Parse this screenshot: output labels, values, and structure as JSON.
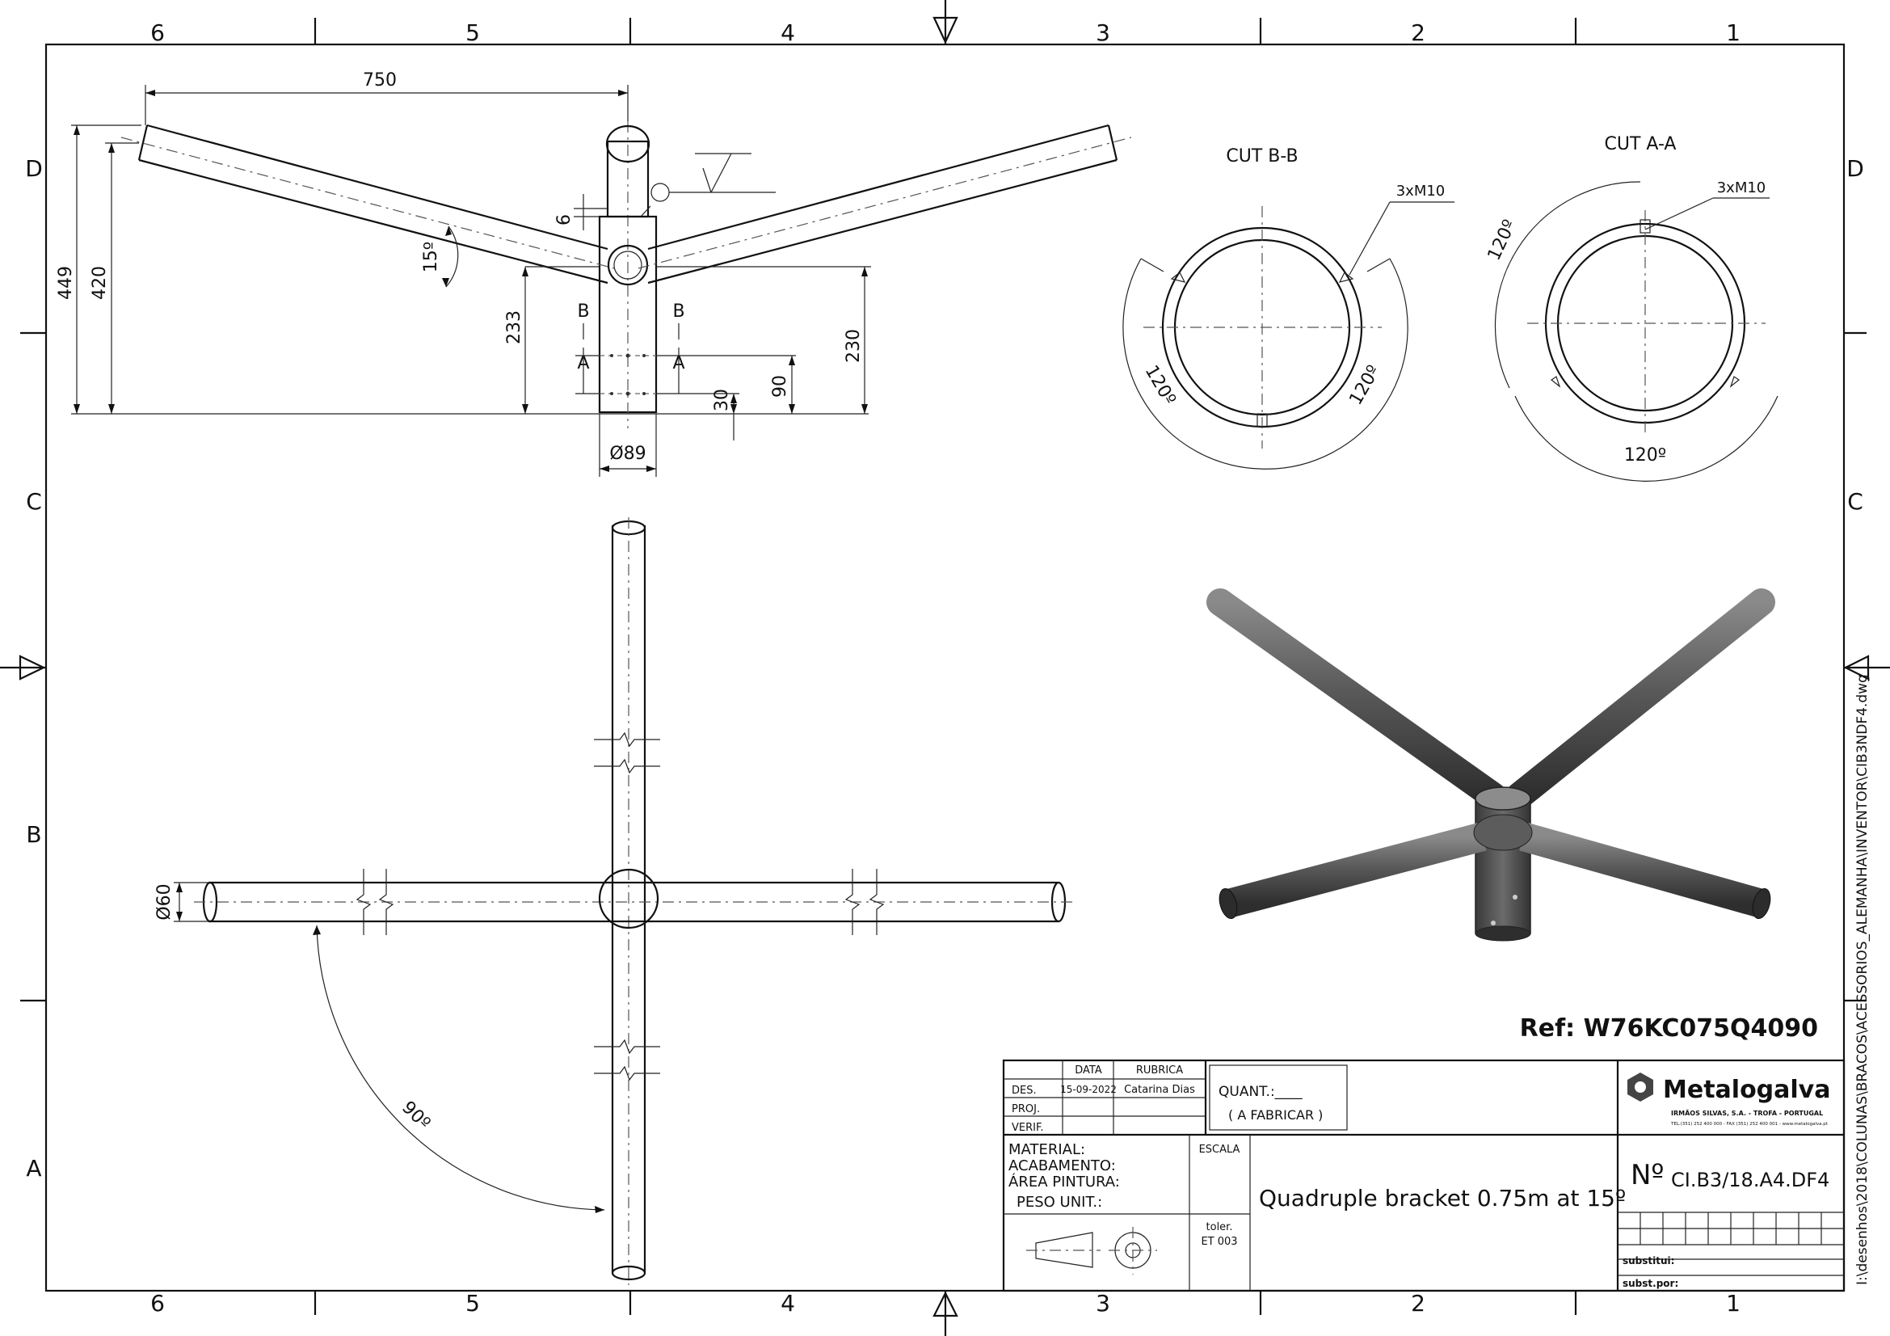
{
  "sheet": {
    "column_labels": [
      "6",
      "5",
      "4",
      "3",
      "2",
      "1"
    ],
    "row_labels": [
      "D",
      "C",
      "B",
      "A"
    ],
    "side_path": "I:\\desenhos\\2018\\COLUNAS\\BRACOS\\ACESSORIOS_ALEMANHA\\INVENTOR\\CIB3NDF4.dwg"
  },
  "front_view": {
    "dims": {
      "arm_length": "750",
      "total_height": "449",
      "arm_height": "420",
      "center_height_left": "233",
      "center_height_right": "230",
      "cap_offset": "6",
      "angle": "15º",
      "hole_a": "90",
      "hole_b": "30",
      "diameter": "Ø89"
    },
    "section_markers": {
      "b": "B",
      "a": "A"
    }
  },
  "cut_bb": {
    "title": "CUT B-B",
    "thread": "3xM10",
    "angle_1": "120º",
    "angle_2": "120º"
  },
  "cut_aa": {
    "title": "CUT A-A",
    "thread": "3xM10",
    "angle_1": "120º",
    "angle_2": "120º"
  },
  "top_view": {
    "diameter": "Ø60",
    "angle": "90º"
  },
  "reference": "Ref: W76KC075Q4090",
  "title_block": {
    "col_data": "DATA",
    "col_rubrica": "RUBRICA",
    "row_des": "DES.",
    "row_proj": "PROJ.",
    "row_verif": "VERIF.",
    "des_date": "15-09-2022",
    "des_name": "Catarina Dias",
    "quant_label": "QUANT.:____",
    "quant_sub": "( A FABRICAR )",
    "company_name": "Metalogalva",
    "company_sub": "IRMÃOS SILVAS, S.A. - TROFA - PORTUGAL",
    "company_contact": "TEL.(351) 252 400 000 - FAX (351) 252 400 001 - www.metalogalva.pt",
    "material": "MATERIAL:",
    "acabamento": "ACABAMENTO:",
    "area_pintura": "ÁREA PINTURA:",
    "peso_unit": "PESO UNIT.:",
    "escala": "ESCALA",
    "toler": "toler.",
    "toler_value": "ET 003",
    "title": "Quadruple bracket 0.75m at 15º",
    "number_prefix": "Nº",
    "number": "CI.B3/18.A4.DF4",
    "substitui": "substitui:",
    "subst_por": "subst.por:"
  },
  "colors": {
    "ink": "#111111",
    "metal": "#555555",
    "paper": "#ffffff"
  }
}
